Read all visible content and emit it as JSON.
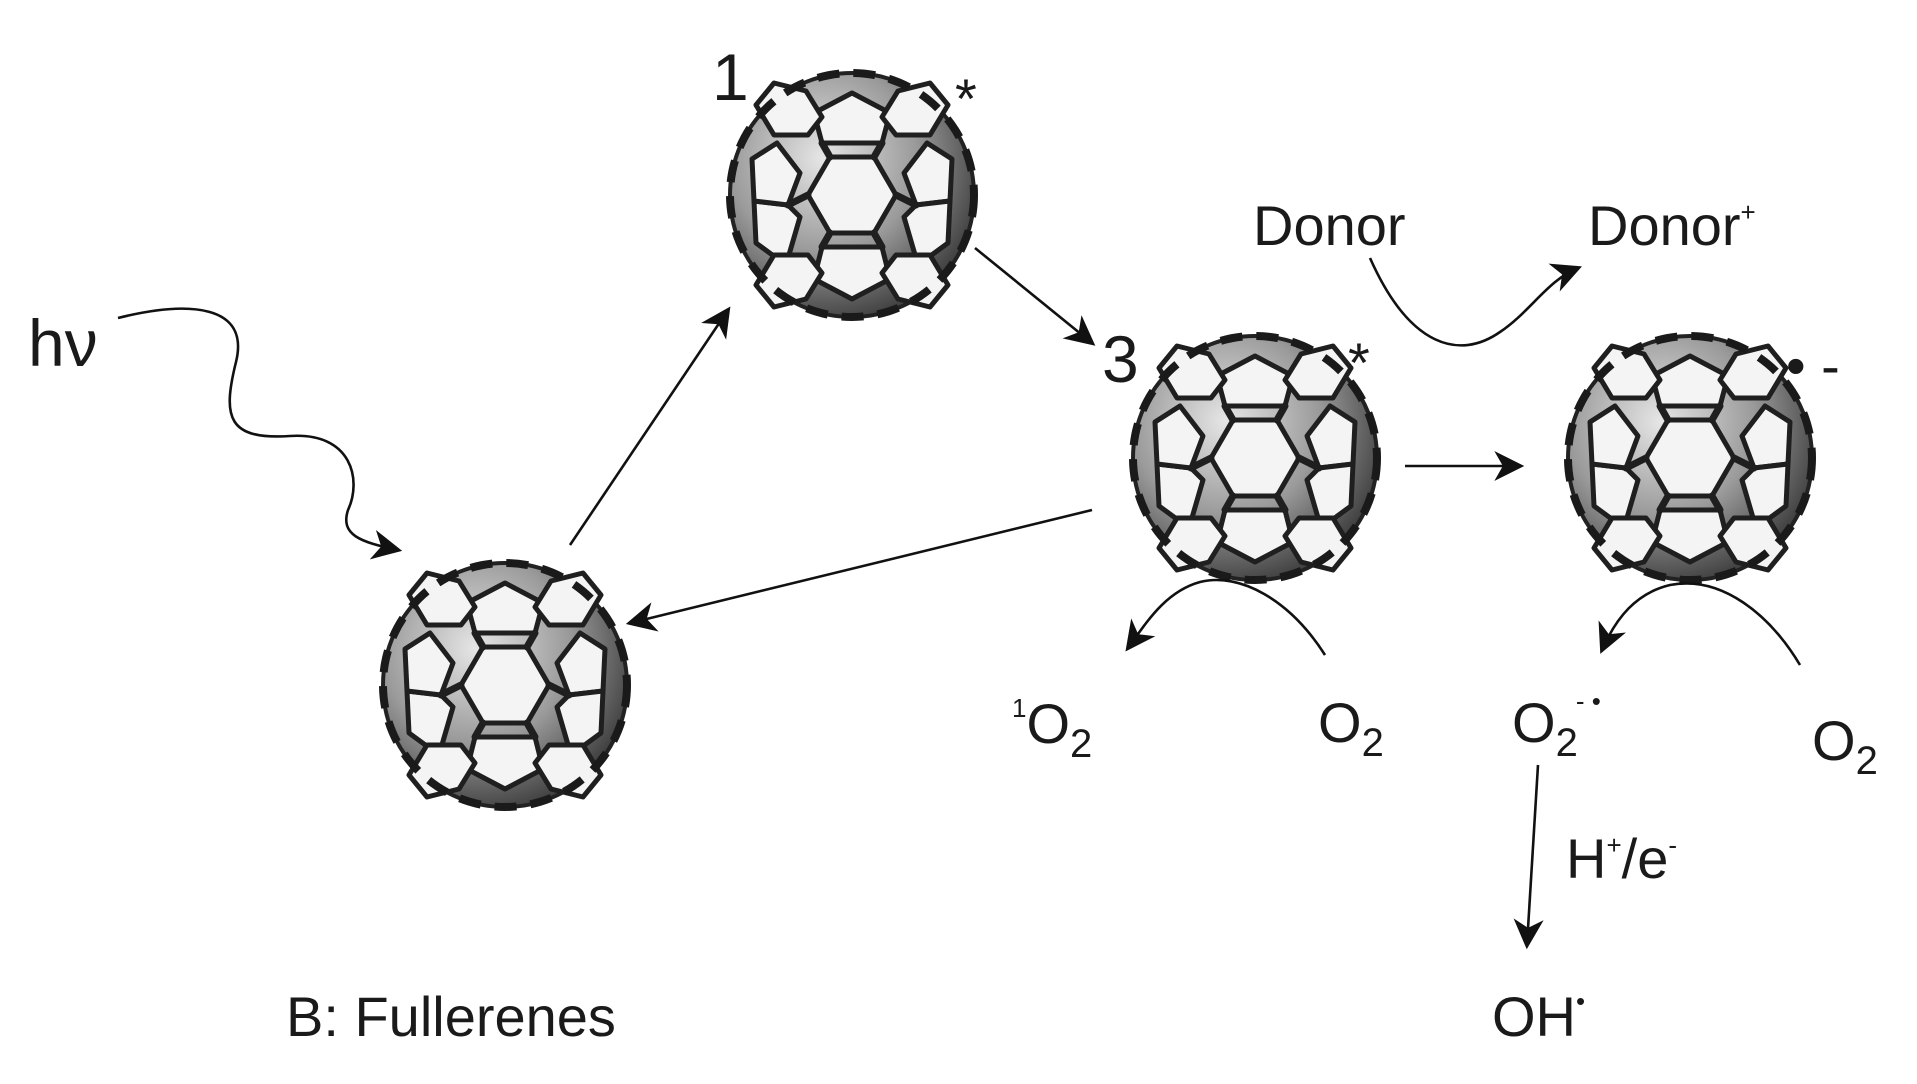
{
  "panel_label": "B: Fullerenes",
  "light": "hν",
  "states": {
    "singlet": {
      "number": "1",
      "mark": "*"
    },
    "triplet": {
      "number": "3",
      "mark": "*"
    },
    "radical": {
      "mark": "• -"
    }
  },
  "donor": {
    "reactant": "Donor",
    "product": "Donor",
    "product_charge": "+"
  },
  "oxygen": {
    "base": "O",
    "subscript": "2",
    "singlet_prefix": "1",
    "superoxide_charge": "- •"
  },
  "protonation": {
    "h": "H",
    "h_charge": "+",
    "slash_e": "/e",
    "e_charge": "-"
  },
  "hydroxyl": {
    "base": "OH",
    "radical_mark": "•"
  },
  "colors": {
    "cage_dark": "#2b2b2b",
    "cage_light": "#cfcfcf",
    "ink": "#111111"
  }
}
